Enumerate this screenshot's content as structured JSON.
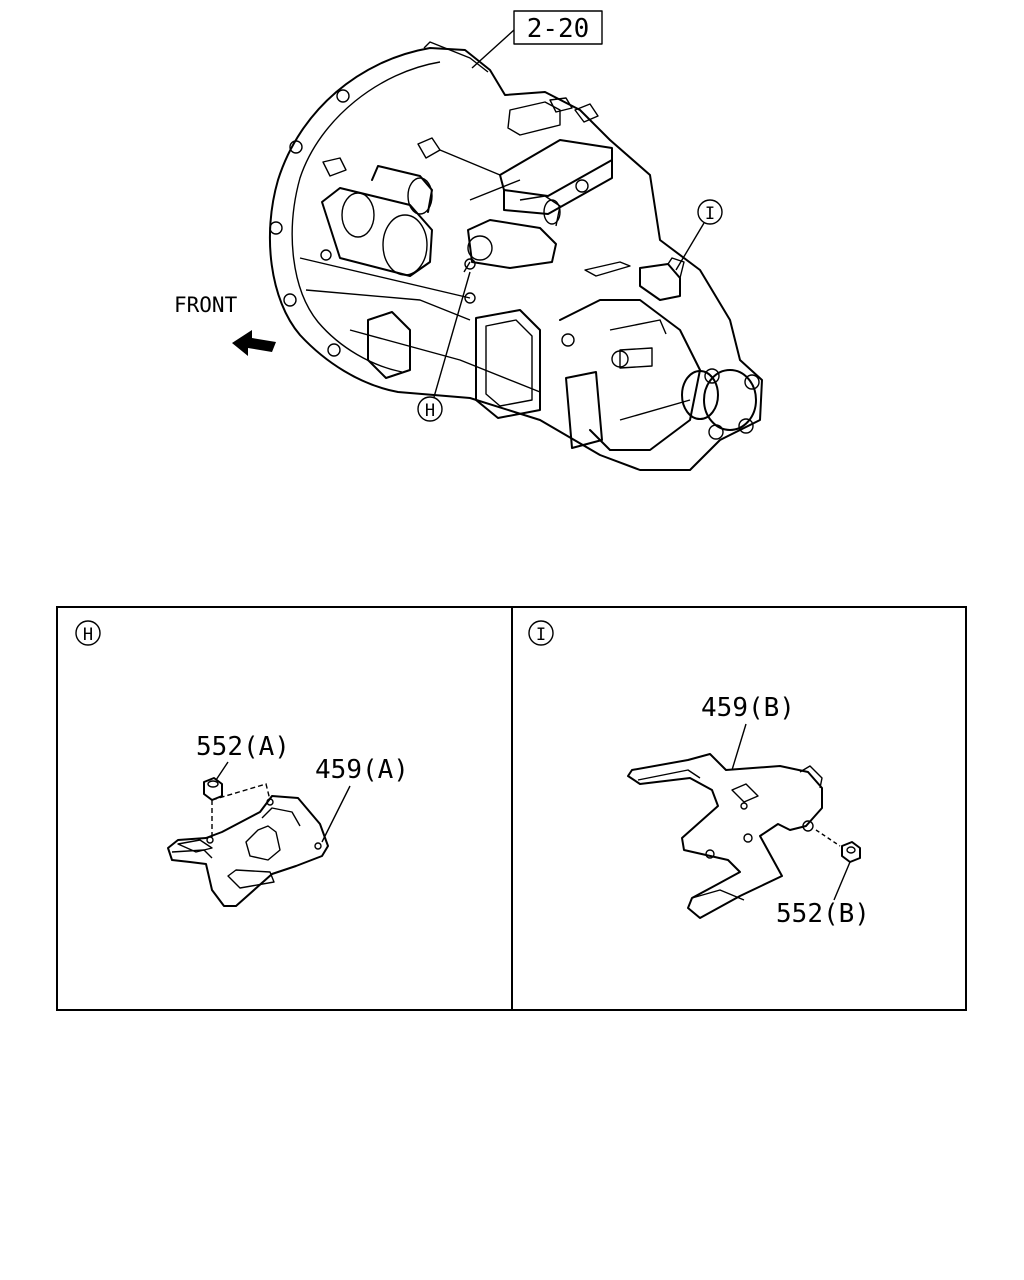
{
  "page_ref": "2-20",
  "front_label": "FRONT",
  "callouts": {
    "h": "H",
    "i": "I"
  },
  "detail_h": {
    "marker": "H",
    "nut_label": "552(A)",
    "bracket_label": "459(A)"
  },
  "detail_i": {
    "marker": "I",
    "bracket_label": "459(B)",
    "nut_label": "552(B)"
  }
}
